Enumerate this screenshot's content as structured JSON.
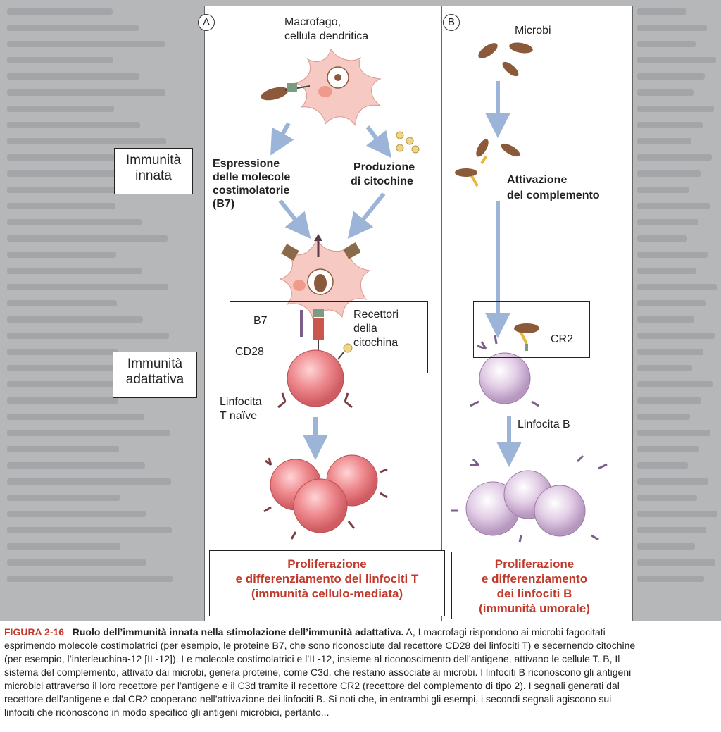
{
  "panels": {
    "a": {
      "label": "A"
    },
    "b": {
      "label": "B"
    }
  },
  "side_labels": {
    "innate": "Immunità innata",
    "innate_line1": "Immunità",
    "innate_line2": "innata",
    "adaptive_line1": "Immunità",
    "adaptive_line2": "adattativa"
  },
  "panel_a": {
    "apc_line1": "Macrofago,",
    "apc_line2": "cellula dendritica",
    "costim_line1": "Espressione",
    "costim_line2": "delle molecole",
    "costim_line3": "costimolatorie",
    "costim_line4": "(B7)",
    "cyto_line1": "Produzione",
    "cyto_line2": "di citochine",
    "b7": "B7",
    "cd28": "CD28",
    "receptor_line1": "Recettori",
    "receptor_line2": "della",
    "receptor_line3": "citochina",
    "naive_line1": "Linfocita",
    "naive_line2": "T naïve",
    "outcome_line1": "Proliferazione",
    "outcome_line2": "e differenziamento dei linfociti T",
    "outcome_line3": "(immunità cellulo-mediata)"
  },
  "panel_b": {
    "microbes": "Microbi",
    "complement_line1": "Attivazione",
    "complement_line2": "del complemento",
    "cr2": "CR2",
    "bcell": "Linfocita B",
    "outcome_line1": "Proliferazione",
    "outcome_line2": "e differenziamento",
    "outcome_line3": "dei linfociti B",
    "outcome_line4": "(immunità umorale)"
  },
  "caption": {
    "figure_number": "FIGURA 2-16",
    "title": "Ruolo dell’immunità innata nella stimolazione dell’immunità adattativa.",
    "line1_rest": "A, I macrofagi rispondono ai microbi fagocitati",
    "line2": "esprimendo molecole costimolatrici (per esempio, le proteine B7, che sono riconosciute dal recettore CD28 dei linfociti T) e secernendo citochine",
    "line3": "(per esempio, l’interleuchina-12 [IL-12]). Le molecole costimolatrici e l’IL-12, insieme al riconoscimento dell’antigene, attivano le cellule T. B, Il",
    "line4": "sistema del complemento, attivato dai microbi, genera proteine, come C3d, che restano associate ai microbi. I linfociti B riconoscono gli antigeni",
    "line5": "microbici attraverso il loro recettore per l’antigene e il C3d tramite il recettore CR2 (recettore del complemento di tipo 2). I segnali generati dal",
    "line6": "recettore dell’antigene e dal CR2 cooperano nell’attivazione dei linfociti B. Si noti che, in entrambi gli esempi, i secondi segnali agiscono sui",
    "line7": "linfociti che riconoscono in modo specifico gli antigeni microbici, pertanto..."
  },
  "colors": {
    "page_background": "#b6b7b9",
    "panel_background": "#ffffff",
    "arrow": "#9bb4d8",
    "outcome_text": "#c0392b",
    "t_cell": "#e4767a",
    "b_cell": "#d3b6d8",
    "microbe": "#8a5a3b",
    "apc": "#f6c9c3"
  }
}
